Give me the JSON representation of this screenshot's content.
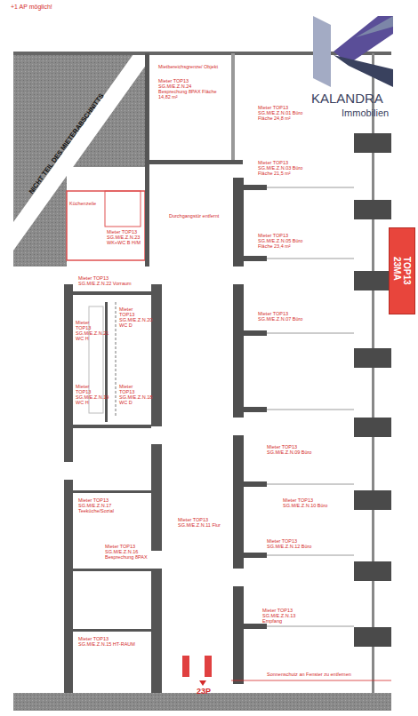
{
  "diagram": {
    "nodes": [
      {
        "text": [
          "TOP13",
          "23MA"
        ]
      }
    ],
    "labels": [
      "+1 AP möglich!",
      "NICHT TEIL DES MIETERABSCHNITTS",
      "KALANDRA",
      "Immobilien",
      "Mietbereichsgrenze/ Objekt",
      "Mieter TOP13 SG.M/E.Z.N.24 Besprechung 8PAX Fläche 14,82 m²",
      "Mieter TOP13 SG.M/E.Z.N.01 Büro Fläche 24,8 m²",
      "Mieter TOP13 SG.M/E.Z.N.03 Büro Fläche 21,5 m²",
      "Küchenzeile",
      "Mieter TOP13 SG.M/E.Z.N.23 WK+WC B H/M",
      "Durchgangstür entfernt",
      "Mieter TOP13 SG.M/E.Z.N.05 Büro Fläche 23,4 m²",
      "Mieter TOP13 SG.M/E.Z.N.22 Vorraum",
      "Mieter TOP13 SG.M/E.Z.N.21 WC H",
      "Mieter TOP13 SG.M/E.Z.N.20 WC D",
      "Mieter TOP13 SG.M/E.Z.N.07 Büro",
      "Mieter TOP13 SG.M/E.Z.N.19 WC H",
      "Mieter TOP13 SG.M/E.Z.N.18 WC D",
      "Mieter TOP13 SG.M/E.Z.N.09 Büro",
      "Mieter TOP13 SG.M/E.Z.N.17 Teeküche/Sozial",
      "Mieter TOP13 SG.M/E.Z.N.10 Büro",
      "Mieter TOP13 SG.M/E.Z.N.11 Flur",
      "Mieter TOP13 SG.M/E.Z.N.16 Besprechung 8PAX",
      "Mieter TOP13 SG.M/E.Z.N.12 Büro",
      "Mieter TOP13 SG.M/E.Z.N.13 Empfang",
      "Mieter TOP13 SG.M/E.Z.N.15 HT-RAUM",
      "23P",
      "Sonnenschutz an Fenster zu entfernen"
    ]
  }
}
